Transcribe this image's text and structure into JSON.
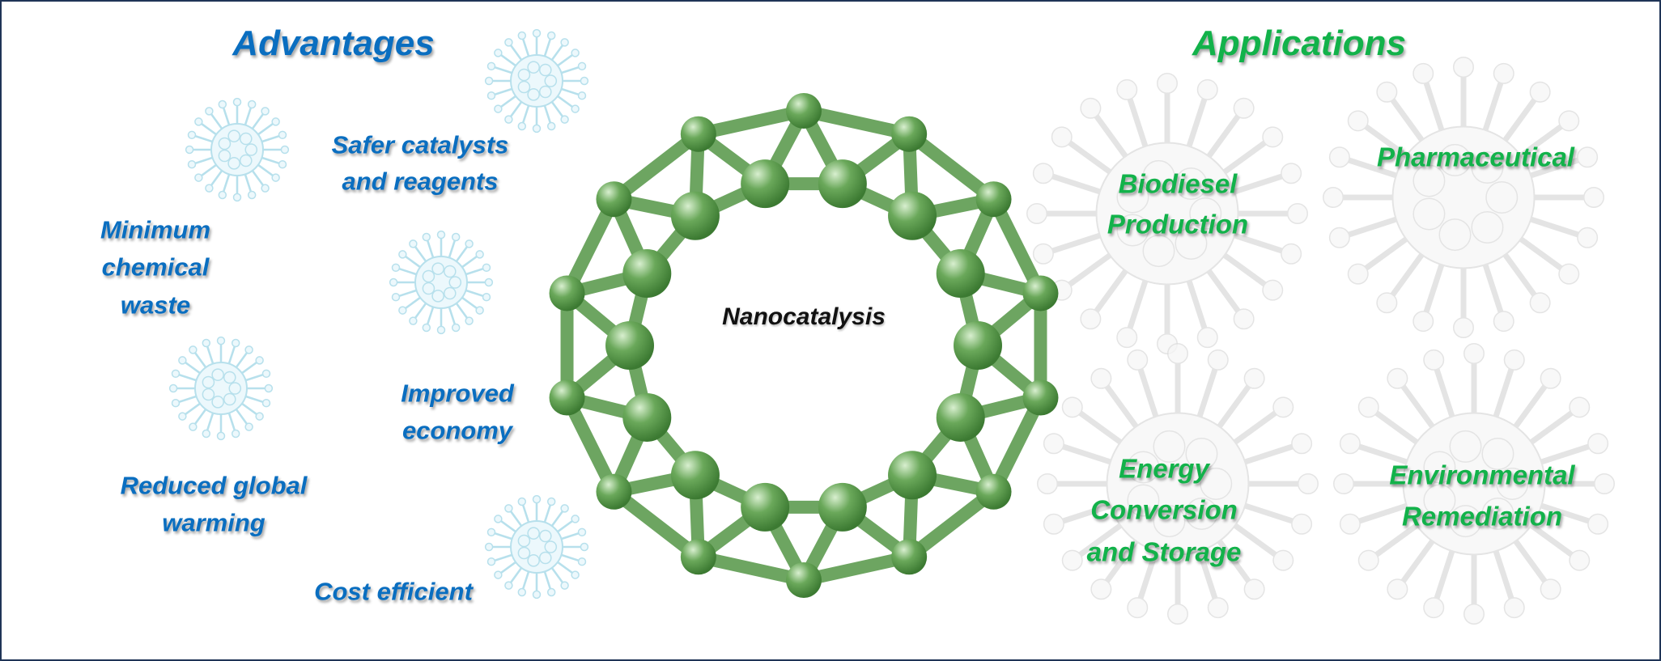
{
  "advantages": {
    "title": "Advantages",
    "items": [
      [
        "Safer catalysts",
        "and reagents"
      ],
      [
        "Minimum",
        "chemical",
        "waste"
      ],
      [
        "Improved",
        "economy"
      ],
      [
        "Reduced global",
        "warming"
      ],
      [
        "Cost efficient"
      ]
    ]
  },
  "center": {
    "label": "Nanocatalysis"
  },
  "applications": {
    "title": "Applications",
    "items": [
      [
        "Biodiesel",
        "Production"
      ],
      [
        "Pharmaceutical"
      ],
      [
        "Energy",
        "Conversion",
        "and Storage"
      ],
      [
        "Environmental",
        "Remediation"
      ]
    ]
  },
  "colors": {
    "advantages": "#0a6ec0",
    "applications": "#12b24a",
    "molecule": "#5a9e4a",
    "border": "#1f3456"
  }
}
